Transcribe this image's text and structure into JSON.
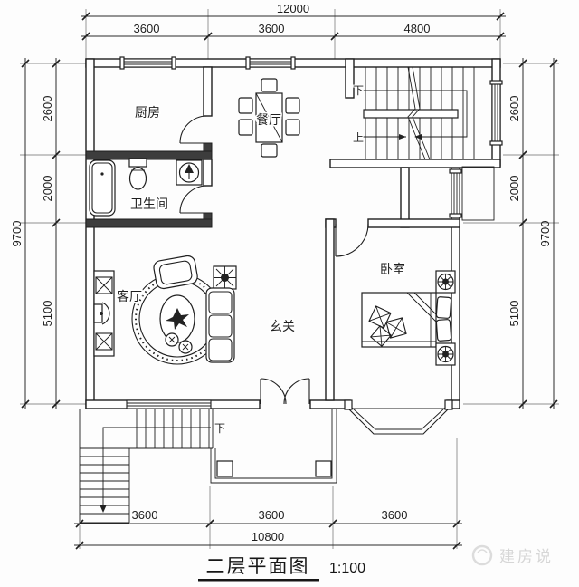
{
  "title": {
    "main": "二层平面图",
    "scale": "1:100"
  },
  "watermark": {
    "text": "建房说"
  },
  "rooms": {
    "kitchen": "厨房",
    "dining": "餐厅",
    "bathroom": "卫生间",
    "living": "客厅",
    "foyer": "玄关",
    "bedroom": "卧室"
  },
  "stairs": {
    "down": "下",
    "up": "上",
    "exterior_down": "下"
  },
  "dimensions": {
    "top": {
      "total": "12000",
      "segments": [
        "3600",
        "3600",
        "4800"
      ]
    },
    "left": {
      "total": "9700",
      "segments": [
        "2600",
        "2000",
        "5100"
      ]
    },
    "right": {
      "total": "9700",
      "segments": [
        "2600",
        "2000",
        "5100"
      ]
    },
    "bottom": {
      "total": "10800",
      "segments": [
        "3600",
        "3600",
        "3600"
      ]
    }
  }
}
